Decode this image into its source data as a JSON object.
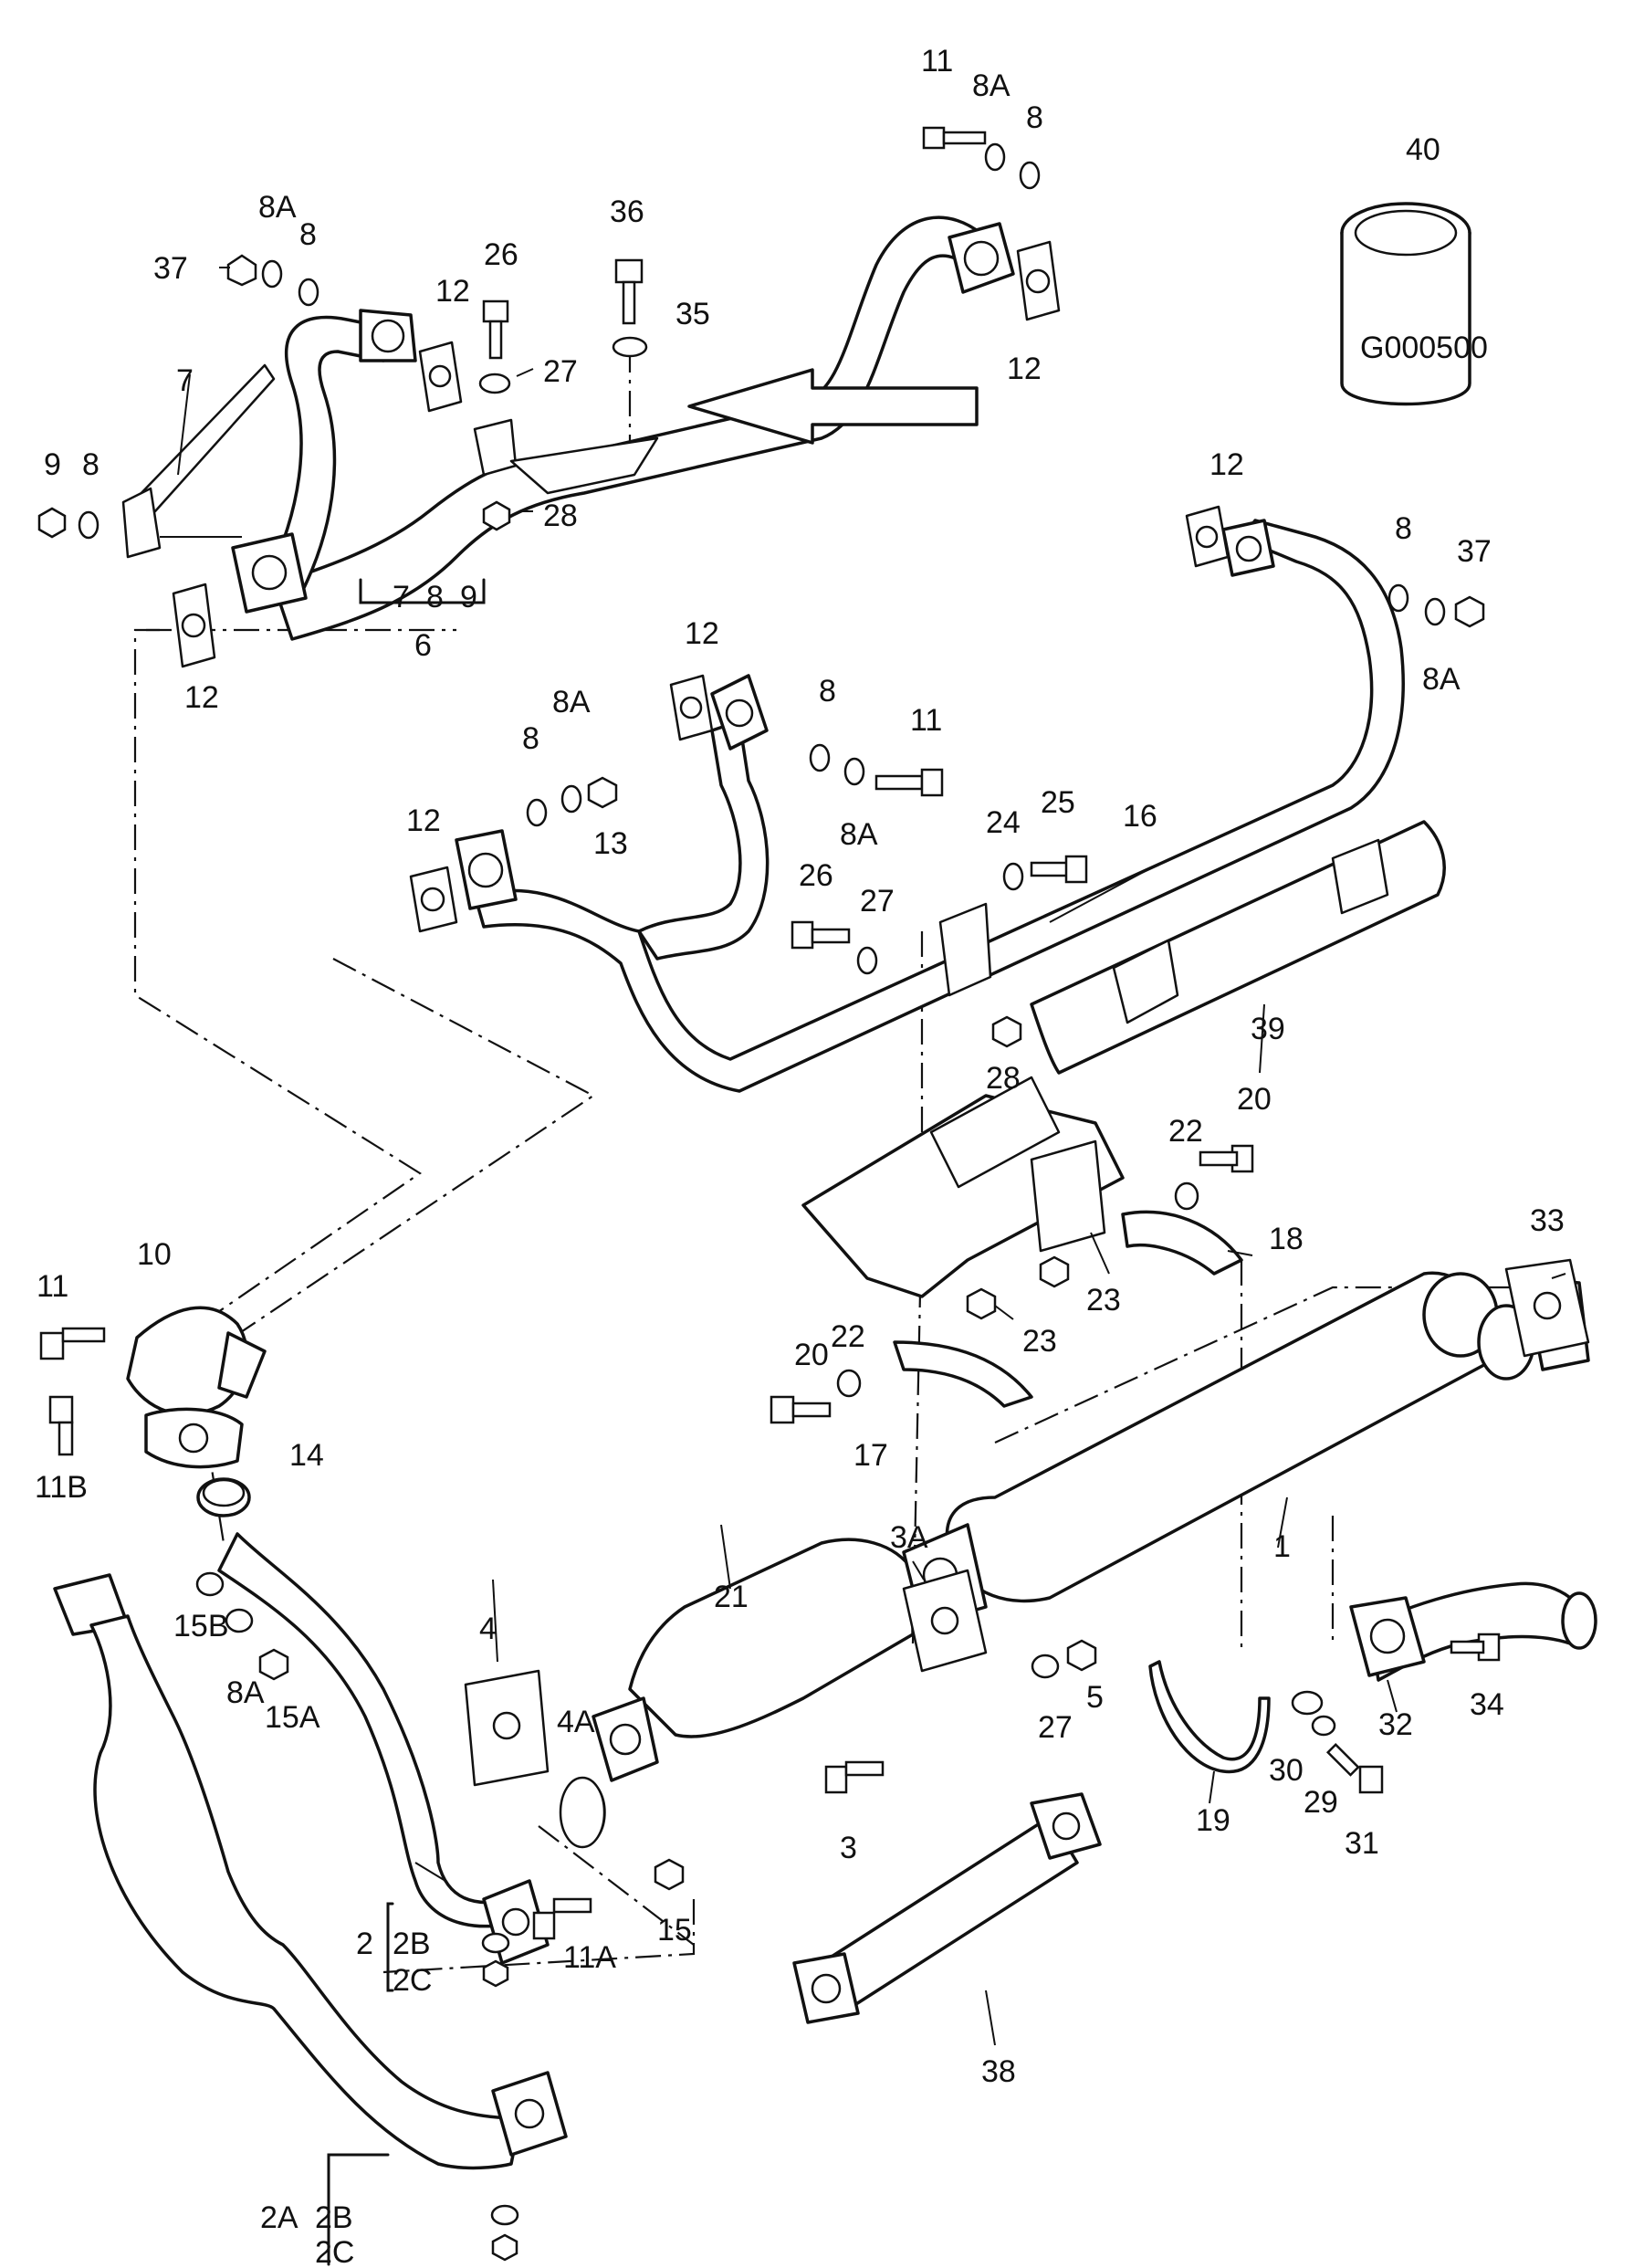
{
  "diagram": {
    "catalog_code": "G000500",
    "arrow": "arrow-indicator",
    "labels": [
      "1",
      "2",
      "2A",
      "2B",
      "2C",
      "3",
      "3A",
      "4",
      "4A",
      "5",
      "6",
      "7",
      "8",
      "8A",
      "9",
      "10",
      "11",
      "11A",
      "11B",
      "12",
      "13",
      "14",
      "15",
      "15A",
      "15B",
      "16",
      "17",
      "18",
      "19",
      "20",
      "21",
      "22",
      "23",
      "24",
      "25",
      "26",
      "27",
      "28",
      "29",
      "30",
      "31",
      "32",
      "33",
      "34",
      "35",
      "36",
      "37",
      "38",
      "39",
      "40"
    ]
  },
  "callouts": {
    "c1": "1",
    "c2": "2",
    "c2A": "2A",
    "c2B_a": "2B",
    "c2B_b": "2B",
    "c2C_a": "2C",
    "c2C_b": "2C",
    "c3": "3",
    "c3A": "3A",
    "c4": "4",
    "c4A": "4A",
    "c5": "5",
    "c6": "6",
    "c7": "7",
    "c7b": "7",
    "c8_a": "8",
    "c8_b": "8",
    "c8_c": "8",
    "c8_d": "8",
    "c8_e": "8",
    "c8_f": "8",
    "c8_g": "8",
    "c8A_a": "8A",
    "c8A_b": "8A",
    "c8A_c": "8A",
    "c8A_d": "8A",
    "c8A_e": "8A",
    "c8A_f": "8A",
    "c9": "9",
    "c9b": "9",
    "c10": "10",
    "c11_a": "11",
    "c11_b": "11",
    "c11_c": "11",
    "c11A": "11A",
    "c11B": "11B",
    "c12_a": "12",
    "c12_b": "12",
    "c12_c": "12",
    "c12_d": "12",
    "c12_e": "12",
    "c12_f": "12",
    "c13": "13",
    "c14": "14",
    "c15": "15",
    "c15A": "15A",
    "c15B": "15B",
    "c16": "16",
    "c17": "17",
    "c18": "18",
    "c19": "19",
    "c20_a": "20",
    "c20_b": "20",
    "c21": "21",
    "c22_a": "22",
    "c22_b": "22",
    "c23_a": "23",
    "c23_b": "23",
    "c24": "24",
    "c25": "25",
    "c26_a": "26",
    "c26_b": "26",
    "c27_a": "27",
    "c27_b": "27",
    "c27_c": "27",
    "c28_a": "28",
    "c28_b": "28",
    "c29": "29",
    "c30": "30",
    "c31": "31",
    "c32": "32",
    "c33": "33",
    "c34": "34",
    "c35": "35",
    "c36": "36",
    "c37_a": "37",
    "c37_b": "37",
    "c38": "38",
    "c39": "39",
    "c40": "40"
  }
}
